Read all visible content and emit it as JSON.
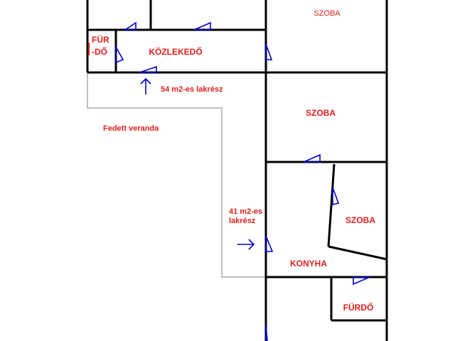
{
  "rooms": {
    "szoba_top": "SZOBA",
    "szoba_mid": "SZOBA",
    "szoba_right": "SZOBA",
    "furdo_small_line1": "FÜR",
    "furdo_small_line2": "-DŐ",
    "kozlekedo": "KÖZLEKEDŐ",
    "konyha": "KONYHA",
    "furdo": "FÜRDŐ"
  },
  "notes": {
    "veranda": "Fedett veranda",
    "apt54": "54 m2-es lakrész",
    "apt41_line1": "41 m2-es",
    "apt41_line2": "lakrész"
  },
  "colors": {
    "label": "#e0201c",
    "door": "#0000cc",
    "wall": "#000000",
    "veranda_outline": "#c0c0c0"
  },
  "icons": {
    "door": "door-swing-triangle-icon",
    "entrance": "entrance-arrow-icon"
  }
}
